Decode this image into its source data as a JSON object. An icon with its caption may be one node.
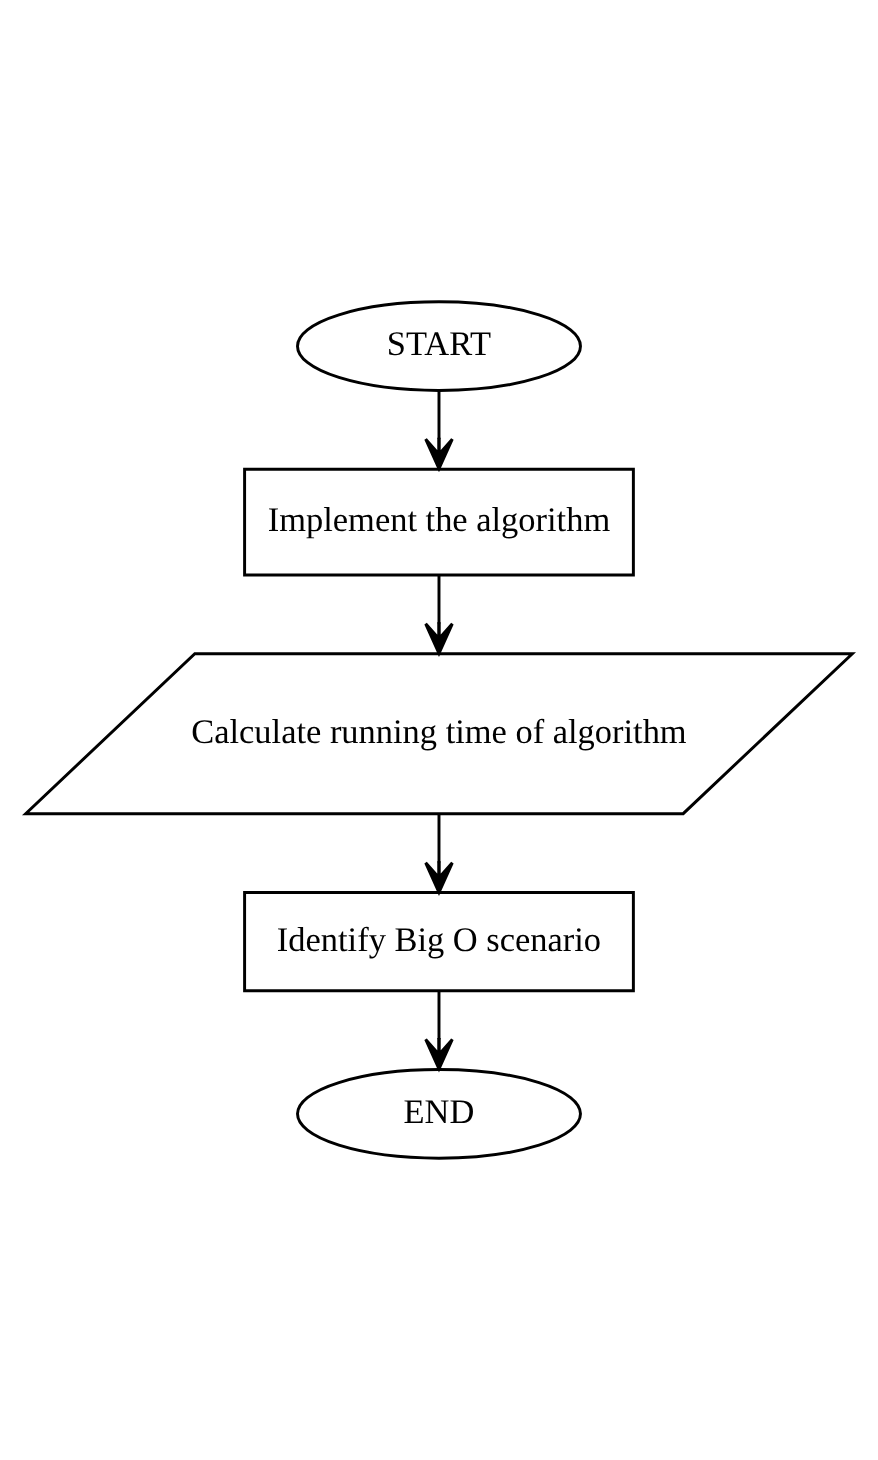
{
  "diagram": {
    "nodes": [
      {
        "text": [
          "START"
        ]
      },
      {
        "text": [
          "Implement the algorithm"
        ]
      },
      {
        "text": [
          "Calculate running time of algorithm"
        ]
      },
      {
        "text": [
          "Identify Big O scenario"
        ]
      },
      {
        "text": [
          "END"
        ]
      }
    ],
    "edges": [
      {
        "from": 0,
        "to": 1,
        "arrow": "to"
      },
      {
        "from": 1,
        "to": 2,
        "arrow": "to"
      },
      {
        "from": 2,
        "to": 3,
        "arrow": "to"
      },
      {
        "from": 3,
        "to": 4,
        "arrow": "to"
      }
    ]
  }
}
